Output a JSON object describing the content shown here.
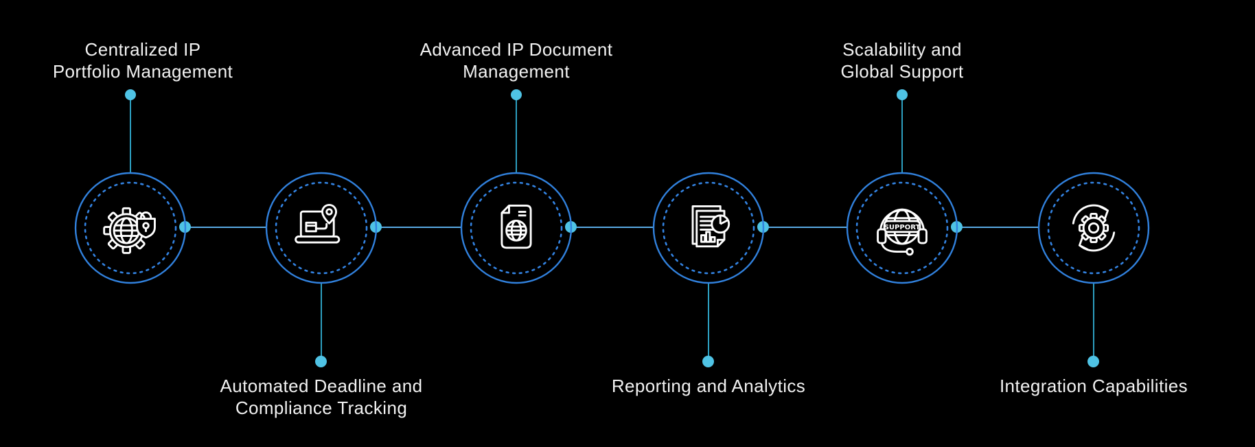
{
  "colors": {
    "background": "#000000",
    "ring_blue": "#3181dd",
    "connector_blue": "#5aabe5",
    "connector_teal": "#2d9fc0",
    "dot_cyan": "#4fc3e5",
    "icon_white": "#ffffff",
    "text_white": "#f2f2f2"
  },
  "nodes": [
    {
      "label_line1": "Centralized IP",
      "label_line2": "Portfolio Management",
      "label_position": "top",
      "icon": "gear-globe-lock-icon"
    },
    {
      "label_line1": "Automated Deadline and",
      "label_line2": "Compliance Tracking",
      "label_position": "bottom",
      "icon": "laptop-location-tracking-icon"
    },
    {
      "label_line1": "Advanced IP Document",
      "label_line2": "Management",
      "label_position": "top",
      "icon": "document-globe-icon"
    },
    {
      "label_line1": "Reporting and Analytics",
      "label_line2": "",
      "label_position": "bottom",
      "icon": "report-pie-chart-icon"
    },
    {
      "label_line1": "Scalability and",
      "label_line2": "Global Support",
      "label_position": "top",
      "icon": "support-globe-headset-icon"
    },
    {
      "label_line1": "Integration Capabilities",
      "label_line2": "",
      "label_position": "bottom",
      "icon": "sync-gear-icon"
    }
  ],
  "icon_text": {
    "support_badge": "SUPPORT"
  }
}
